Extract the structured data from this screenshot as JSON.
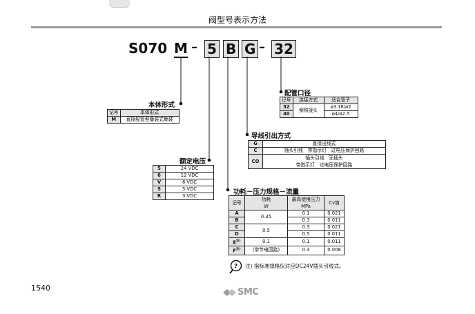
{
  "page_title": "阀型号表示方法",
  "model": {
    "prefix": "S070",
    "body": "M",
    "voltage": "5",
    "power": "B",
    "lead": "G",
    "port": "32",
    "dash": "–"
  },
  "sections": {
    "body_type": {
      "title": "本体形式",
      "headers": [
        "记号",
        "本体形式"
      ],
      "rows": [
        [
          "M",
          "直接配管型叠装式集装"
        ]
      ]
    },
    "voltage": {
      "title": "额定电压",
      "rows": [
        [
          "5",
          "24 VDC"
        ],
        [
          "6",
          "12 VDC"
        ],
        [
          "V",
          "6 VDC"
        ],
        [
          "S",
          "5 VDC"
        ],
        [
          "R",
          "3 VDC"
        ]
      ]
    },
    "port": {
      "title": "配管口径",
      "headers": [
        "记号",
        "连接方式",
        "适合管子"
      ],
      "rows": [
        {
          "code": "32",
          "method": "倒钩接头",
          "tube": "ø3.18/ø2"
        },
        {
          "code": "40",
          "tube": "ø4/ø2.5"
        }
      ]
    },
    "lead": {
      "title": "导线引出方式",
      "rows": [
        {
          "code": "G",
          "text": "直接出线式"
        },
        {
          "code": "C",
          "text": "插头引线　带指示灯　过电压保护回路"
        },
        {
          "code": "CO",
          "text1": "插头引线　无插头",
          "text2": "带指示灯　过电压保护回路"
        }
      ]
    },
    "power": {
      "title": "功耗－压力规格－流量",
      "headers": {
        "code": "记号",
        "power": "功耗",
        "power_unit": "W",
        "pressure": "最高使用压力",
        "pressure_unit": "MPa",
        "cv": "Cv值"
      },
      "rows": [
        {
          "code": "A",
          "pressure": "0.1",
          "cv": "0.021"
        },
        {
          "code": "B",
          "pressure": "0.3",
          "cv": "0.011"
        },
        {
          "code": "C",
          "pressure": "0.3",
          "cv": "0.021"
        },
        {
          "code": "D",
          "pressure": "0.5",
          "cv": "0.011"
        },
        {
          "code": "E",
          "sup": "注)",
          "pressure": "0.1",
          "cv": "0.011"
        },
        {
          "code": "F",
          "sup": "注)",
          "pressure": "0.3",
          "cv": "0.008"
        }
      ],
      "merged_power": [
        "0.35",
        "0.5",
        "0.1",
        "(带节电回路)"
      ],
      "note": "注) 指标准规格仅对应DC24V插头引线式。"
    }
  },
  "page_number": "1540",
  "brand": "SMC",
  "colors": {
    "header_fill": "#e4e4e4",
    "rule": "#9a9a9a",
    "logo": "#9a9a9a"
  }
}
